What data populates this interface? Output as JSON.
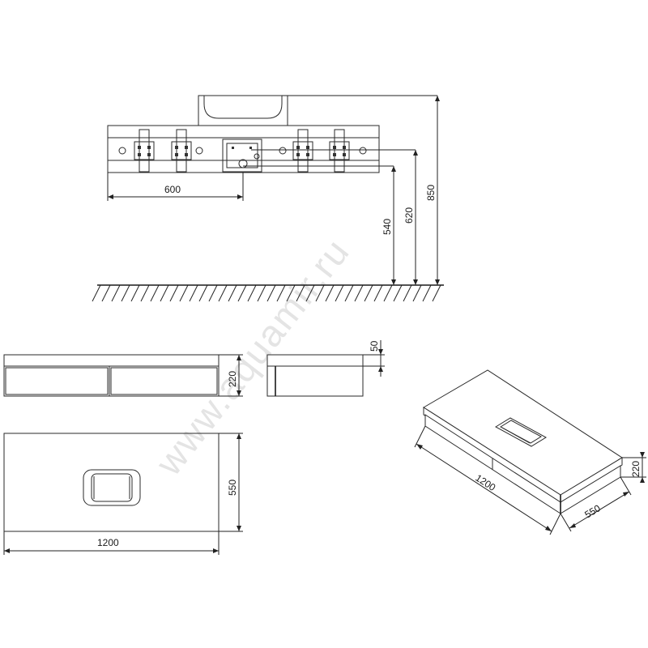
{
  "watermark": "www.aquamir.ru",
  "dimensions": {
    "front_elevation": {
      "width": "600",
      "height_540": "540",
      "height_620": "620",
      "height_850": "850"
    },
    "front_view": {
      "height": "220"
    },
    "side_view": {
      "top_thickness": "50"
    },
    "plan_view": {
      "depth": "550",
      "width": "1200"
    },
    "isometric": {
      "width": "1200",
      "depth": "550",
      "height": "220"
    }
  }
}
